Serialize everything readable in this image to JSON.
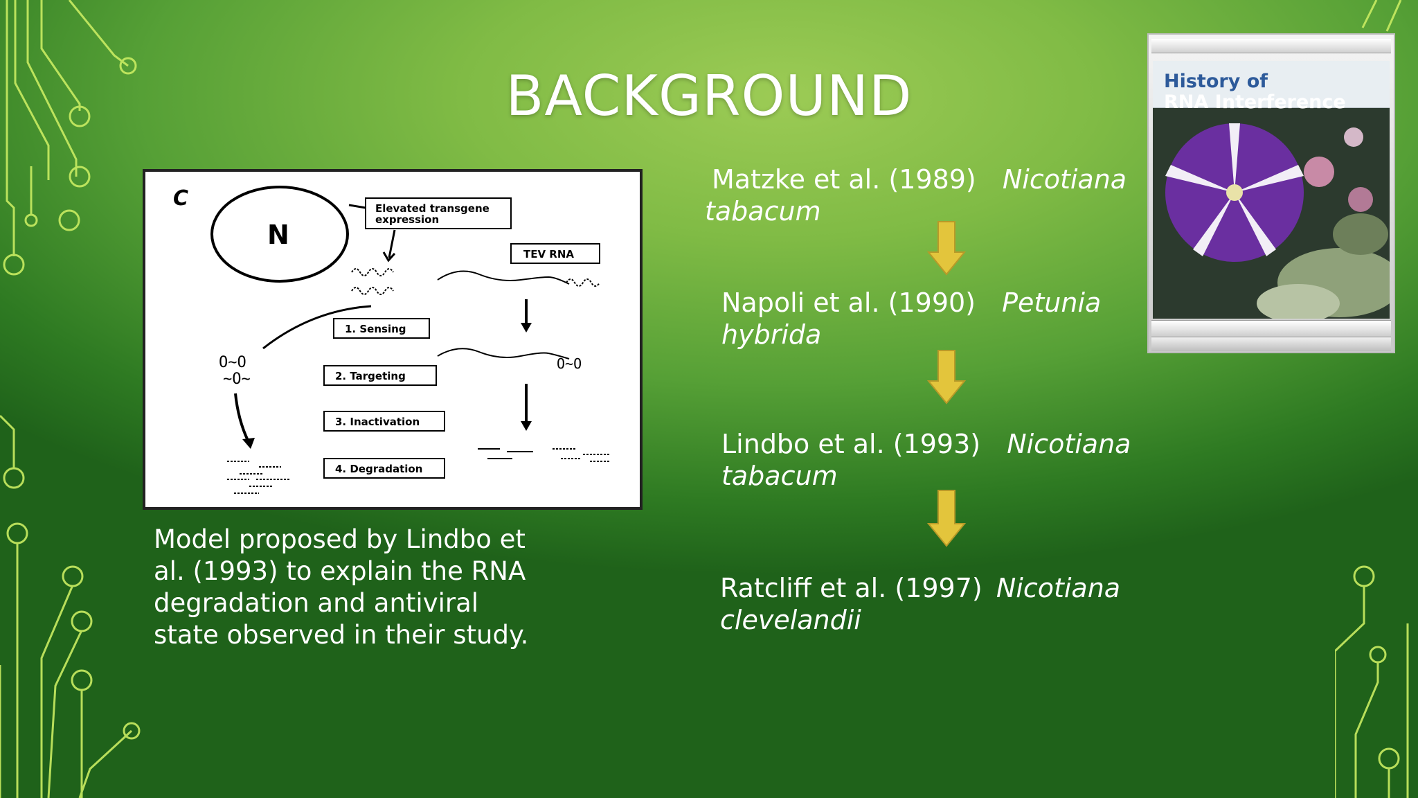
{
  "slide": {
    "title": "BACKGROUND",
    "caption": "Model proposed by Lindbo et al. (1993) to explain the RNA degradation and antiviral state observed in their study."
  },
  "diagram": {
    "panel_letter": "C",
    "nucleus_label": "N",
    "elevated_line1": "Elevated transgene",
    "elevated_line2": "expression",
    "tev_rna": "TEV RNA",
    "steps": [
      "1. Sensing",
      "2. Targeting",
      "3. Inactivation",
      "4. Degradation"
    ]
  },
  "timeline": [
    {
      "authors": "Matzke et al. (1989)",
      "species_a": "Nicotiana",
      "species_b": "tabacum"
    },
    {
      "authors": "Napoli et al. (1990)",
      "species_a": "Petunia",
      "species_b": "hybrida"
    },
    {
      "authors": "Lindbo et al. (1993)",
      "species_a": "Nicotiana",
      "species_b": "tabacum"
    },
    {
      "authors": "Ratcliff et al. (1997)",
      "species_a": "Nicotiana",
      "species_b": "clevelandii"
    }
  ],
  "book": {
    "line1": "History of",
    "line2": "RNA Interference"
  },
  "colors": {
    "arrow": "#e3c53c",
    "arrow_edge": "#b89a28",
    "circuit": "#c9ec62"
  }
}
